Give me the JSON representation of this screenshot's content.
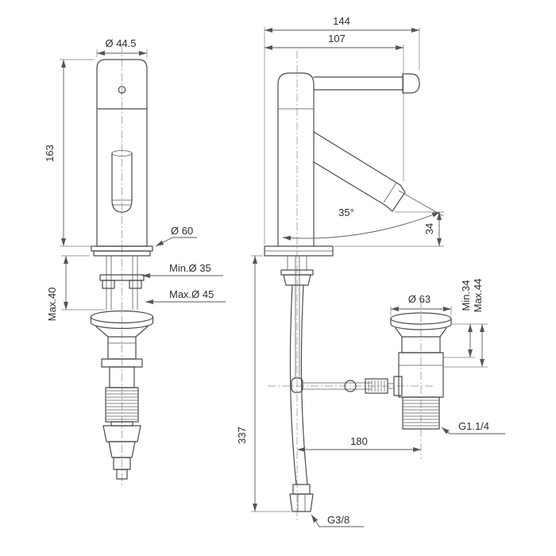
{
  "drawing": {
    "background": "#ffffff",
    "line_color": "#4a4a4a",
    "dimension_text_color": "#2e2e2e"
  },
  "front_view": {
    "dims": {
      "top_diameter": "Ø 44.5",
      "body_height": "163",
      "base_diameter": "Ø 60",
      "min_hole_diameter": "Min.Ø 35",
      "max_hole_diameter": "Max.Ø 45",
      "max_deck_thickness": "Max.40"
    }
  },
  "side_view": {
    "dims": {
      "overall_depth": "144",
      "body_to_spout": "107",
      "spout_angle": "35°",
      "spout_outlet_height": "34",
      "waste_flange_diameter": "Ø 63",
      "deck_min_thickness": "Min.34",
      "deck_max_thickness": "Max.44",
      "waste_thread": "G1.1/4",
      "drain_offset": "180",
      "hose_length": "337",
      "supply_thread": "G3/8"
    }
  }
}
